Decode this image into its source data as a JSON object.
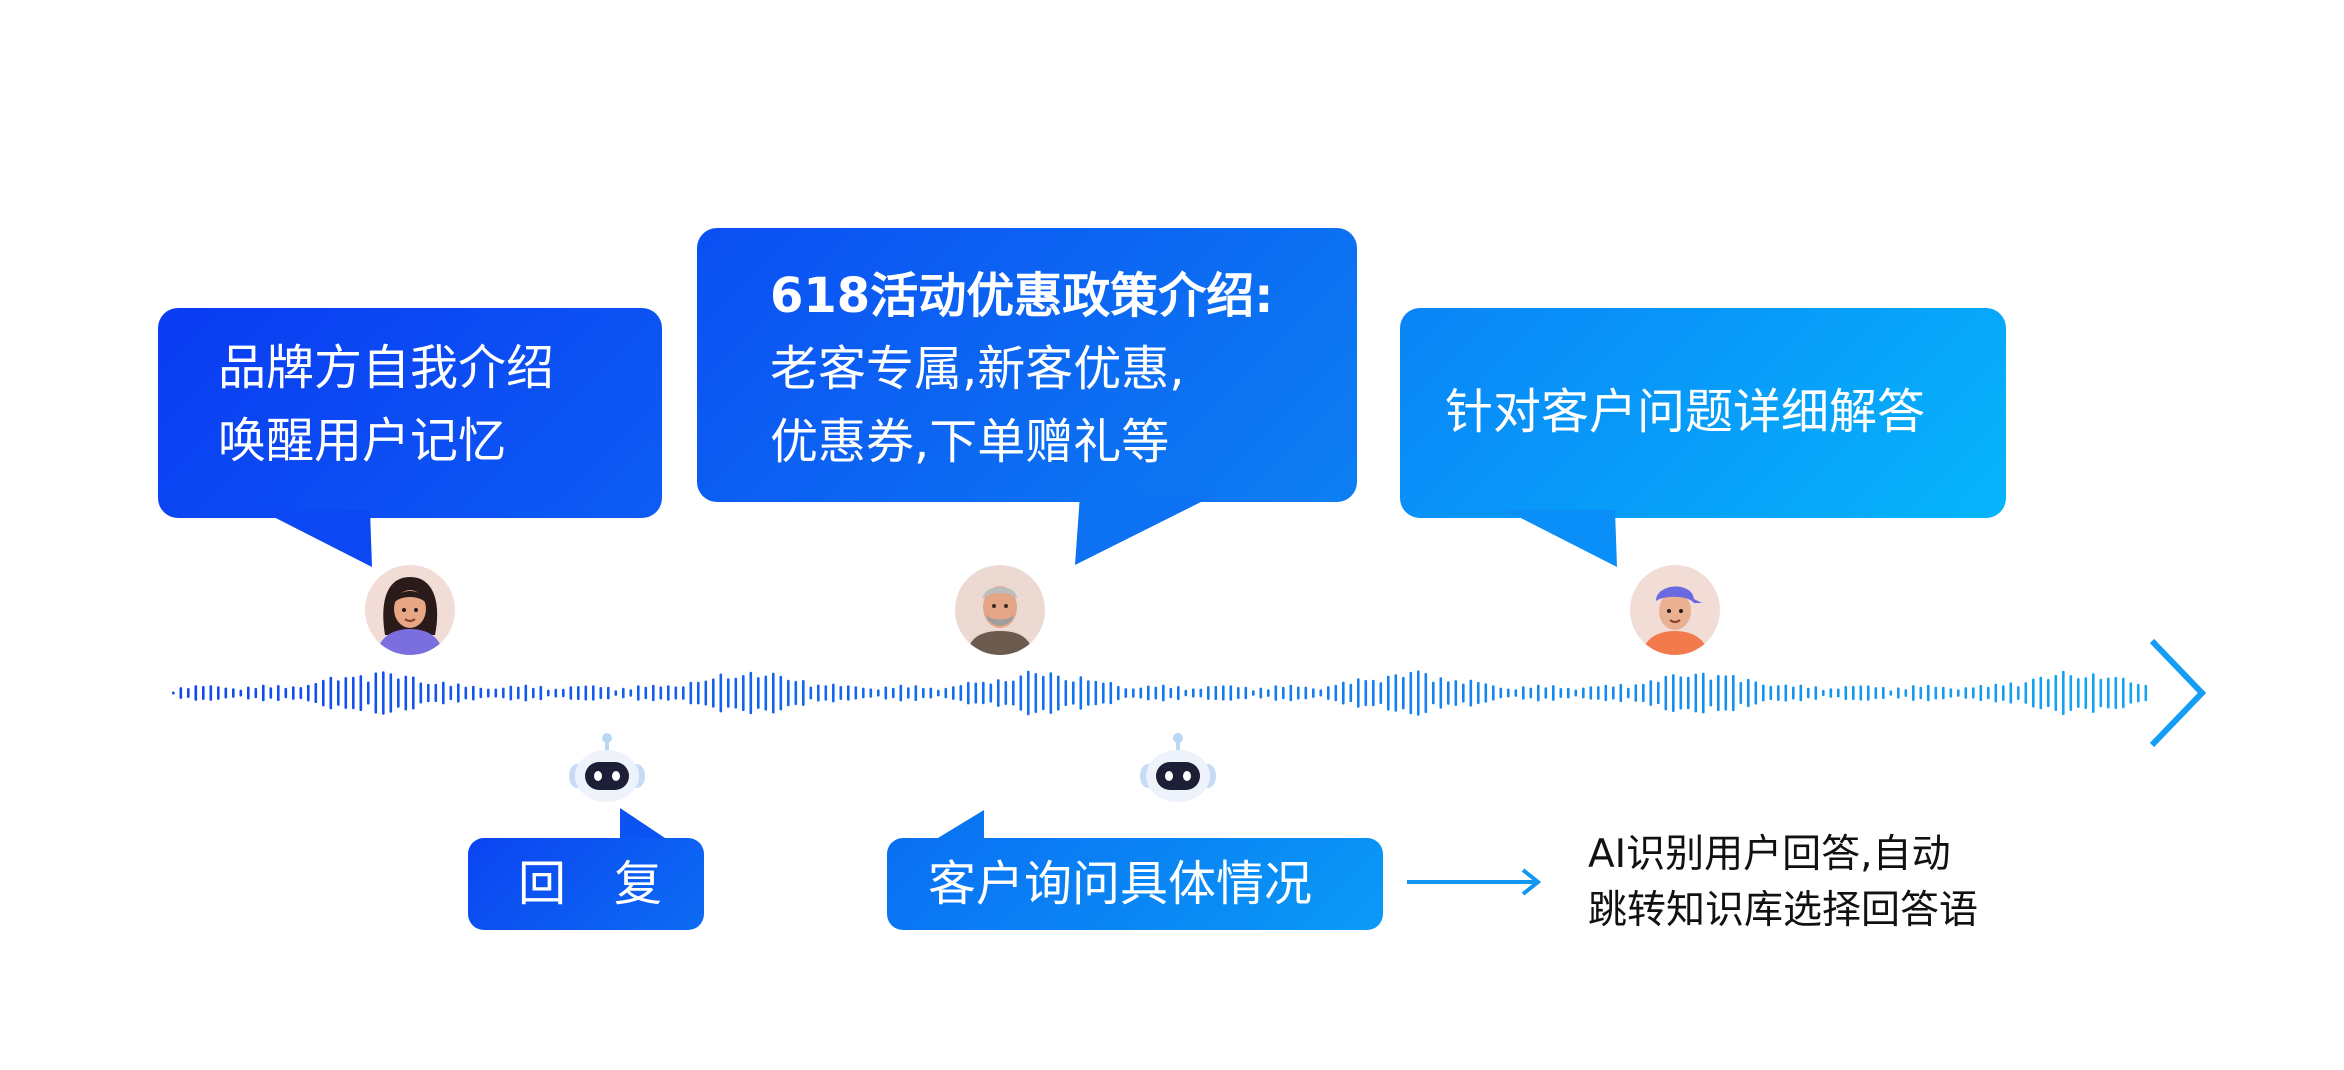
{
  "bubbles": {
    "intro": {
      "lines": [
        "品牌方自我介绍",
        "唤醒用户记忆"
      ]
    },
    "promo": {
      "lines": [
        "618活动优惠政策介绍:",
        "老客专属,新客优惠,",
        "优惠券,下单赠礼等"
      ]
    },
    "answer": {
      "lines": [
        "针对客户问题详细解答"
      ]
    },
    "reply": {
      "label": "回　复"
    },
    "inquiry": {
      "label": "客户询问具体情况"
    }
  },
  "note": {
    "lines": [
      "AI识别用户回答,自动",
      "跳转知识库选择回答语"
    ]
  },
  "colors": {
    "deep_blue": "#0b3ff5",
    "mid_blue": "#0d6cf2",
    "light_blue": "#1e9cf7",
    "cyan": "#07b2fa",
    "wave": "#1b6ef0"
  },
  "icons": [
    "woman-avatar-icon",
    "elder-man-avatar-icon",
    "young-man-avatar-icon",
    "robot-icon",
    "arrow-right-icon"
  ]
}
